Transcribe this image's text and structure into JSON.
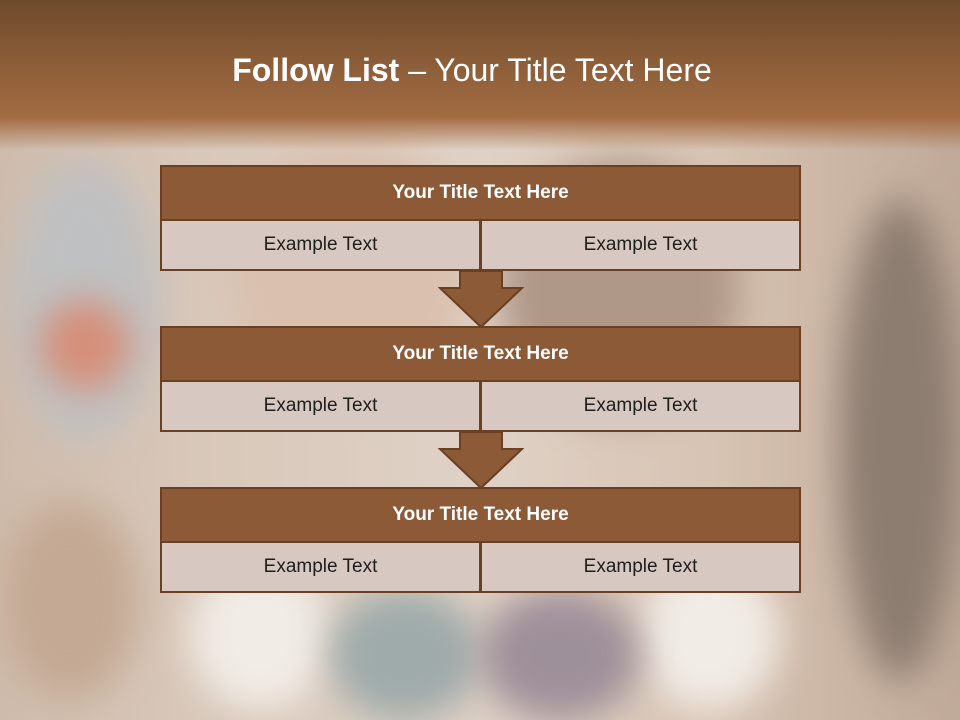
{
  "slide": {
    "title_bold": "Follow List",
    "title_rest": " – Your Title Text Here"
  },
  "steps": [
    {
      "title": "Your Title Text Here",
      "left": "Example Text",
      "right": "Example Text"
    },
    {
      "title": "Your Title Text Here",
      "left": "Example Text",
      "right": "Example Text"
    },
    {
      "title": "Your Title Text Here",
      "left": "Example Text",
      "right": "Example Text"
    }
  ],
  "colors": {
    "header_fill": "#8c5a37",
    "border": "#6b3f21",
    "cell_fill": "#d8c8c2",
    "title_band": "#8a5d38"
  }
}
